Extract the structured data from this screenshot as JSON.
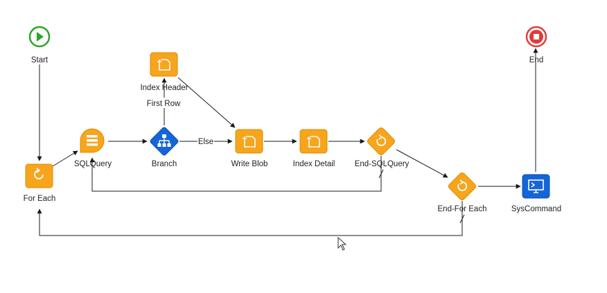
{
  "colors": {
    "task": "#f6a51c",
    "task_border": "#e08a00",
    "branch": "#1565d8",
    "start": "#2aa52a",
    "end": "#e23b3b",
    "line": "#1a1a1a"
  },
  "nodes": {
    "start": {
      "label": "Start",
      "icon": "play-icon"
    },
    "end": {
      "label": "End",
      "icon": "stop-icon"
    },
    "index_header": {
      "label": "Index Header",
      "icon": "new-document-icon"
    },
    "sqlquery": {
      "label": "SQLQuery",
      "icon": "database-icon"
    },
    "branch": {
      "label": "Branch",
      "icon": "hierarchy-icon"
    },
    "write_blob": {
      "label": "Write Blob",
      "icon": "new-document-icon"
    },
    "index_detail": {
      "label": "Index Detail",
      "icon": "new-document-icon"
    },
    "end_sqlquery": {
      "label": "End-SQLQuery",
      "icon": "loop-end-icon"
    },
    "for_each": {
      "label": "For Each",
      "icon": "loop-icon"
    },
    "end_for_each": {
      "label": "End-For Each",
      "icon": "loop-end-icon"
    },
    "syscommand": {
      "label": "SysCommand",
      "icon": "terminal-icon"
    }
  },
  "edge_labels": {
    "first_row": "First Row",
    "else": "Else"
  }
}
